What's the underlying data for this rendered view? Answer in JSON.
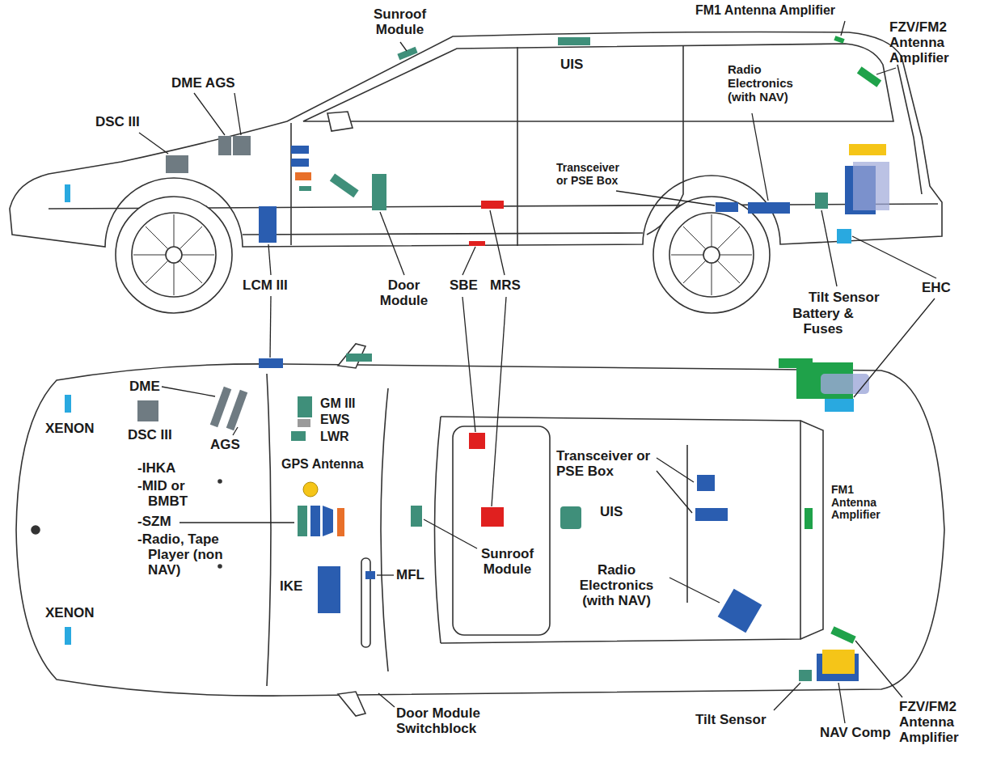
{
  "diagram": {
    "labels": [
      "Sunroof Module",
      "FM1 Antenna Amplifier",
      "FZV/FM2 Antenna Amplifier",
      "UIS",
      "DME AGS",
      "Radio Electronics (with NAV)",
      "DSC III",
      "Transceiver or PSE Box",
      "Tilt Sensor",
      "EHC",
      "LCM III",
      "Door Module",
      "SBE",
      "MRS",
      "Battery & Fuses",
      "DME",
      "XENON",
      "DSC III",
      "AGS",
      "GM III",
      "EWS",
      "LWR",
      "GPS Antenna",
      "-IHKA",
      "-MID or BMBT",
      "-SZM",
      "-Radio, Tape Player (non NAV)",
      "Transceiver or PSE Box",
      "UIS",
      "FM1 Antenna Amplifier",
      "Radio Electronics (with NAV)",
      "Sunroof Module",
      "MFL",
      "IKE",
      "XENON",
      "Door Module Switchblock",
      "Tilt Sensor",
      "NAV Comp",
      "FZV/FM2 Antenna Amplifier"
    ]
  }
}
